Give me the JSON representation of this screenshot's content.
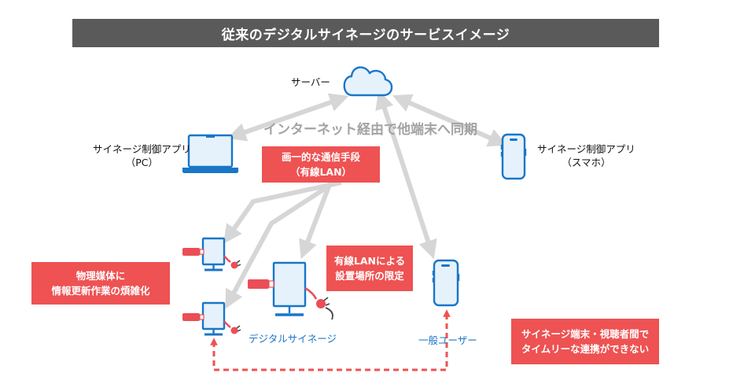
{
  "title": "従来のデジタルサイネージのサービスイメージ",
  "server_label": "サーバー",
  "sync_text": "インターネット経由で他端末へ同期",
  "pc_app": {
    "line1": "サイネージ制御アプリ",
    "line2": "（PC）"
  },
  "phone_app": {
    "line1": "サイネージ制御アプリ",
    "line2": "（スマホ）"
  },
  "signage_label": "デジタルサイネージ",
  "user_label": "一般ユーザー",
  "callouts": {
    "wired_comm": {
      "line1": "画一的な通信手段",
      "line2": "（有線LAN）"
    },
    "location": {
      "line1": "有線LANによる",
      "line2": "設置場所の限定"
    },
    "physical_media": {
      "line1": "物理媒体に",
      "line2": "情報更新作業の煩雑化"
    },
    "no_link": {
      "line1": "サイネージ端末・視聴者間で",
      "line2": "タイムリーな連携ができない"
    }
  },
  "colors": {
    "title_bg": "#5a5a5a",
    "device_blue": "#1976c8",
    "device_fill": "#e6f2fb",
    "callout_red": "#ee5253",
    "arrow_gray": "#d6d6d6",
    "usb_red": "#ea4f57"
  },
  "icons": [
    "cloud-icon",
    "laptop-icon",
    "smartphone-icon",
    "monitor-icon",
    "usb-stick-icon",
    "plug-icon"
  ]
}
